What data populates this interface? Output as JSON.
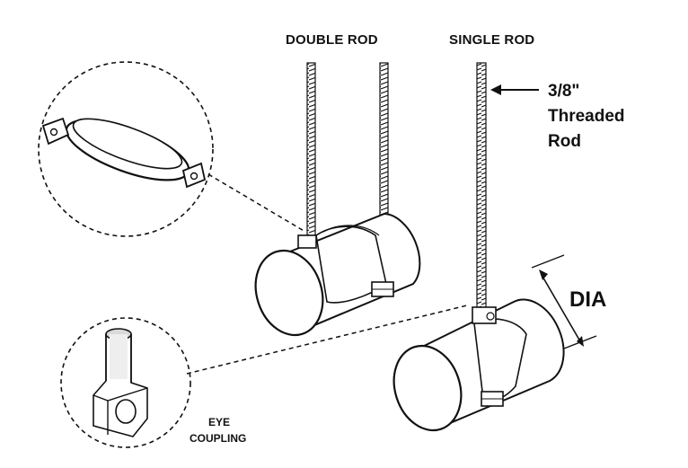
{
  "labels": {
    "double_rod": "DOUBLE ROD",
    "single_rod": "SINGLE ROD",
    "rod_size": "3/8\"",
    "rod_type_line1": "Threaded",
    "rod_type_line2": "Rod",
    "dia": "DIA",
    "eye_line1": "EYE",
    "eye_line2": "COUPLING"
  },
  "colors": {
    "ink": "#111111",
    "fill": "#ffffff",
    "shade": "#e6e6e6"
  },
  "icons": {
    "strap_detail": "split-ring-strap-icon",
    "eye_coupling_detail": "eye-coupling-icon"
  }
}
